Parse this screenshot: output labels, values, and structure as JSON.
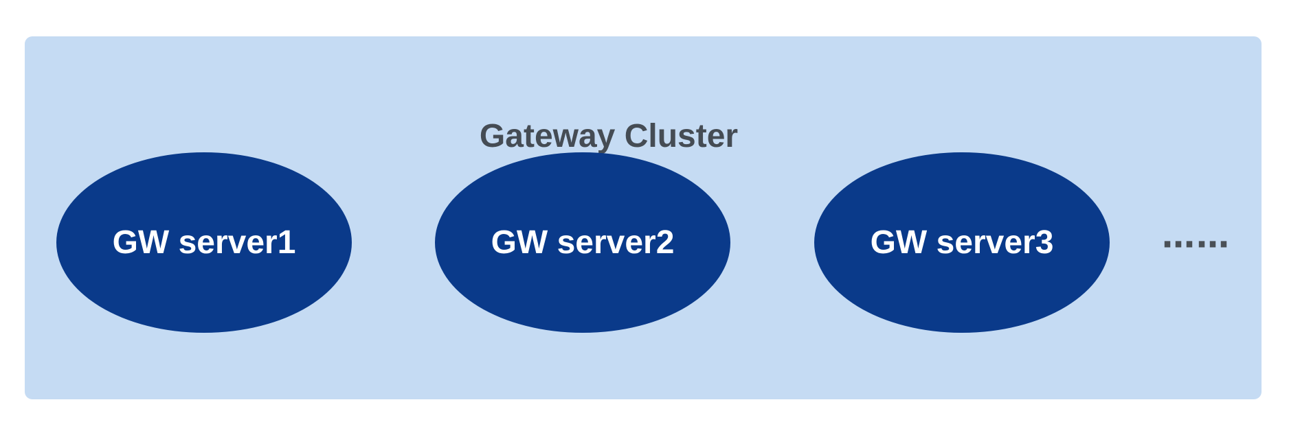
{
  "diagram": {
    "title": "Gateway Cluster",
    "nodes": [
      {
        "label": "GW server1"
      },
      {
        "label": "GW server2"
      },
      {
        "label": "GW server3"
      }
    ],
    "more_indicator": "……",
    "colors": {
      "page_bg": "#ffffff",
      "container_fill": "#c5dbf3",
      "node_fill": "#0a3a8a",
      "node_text": "#ffffff",
      "title_color": "#454c54",
      "dots_color": "#4a5056"
    }
  }
}
